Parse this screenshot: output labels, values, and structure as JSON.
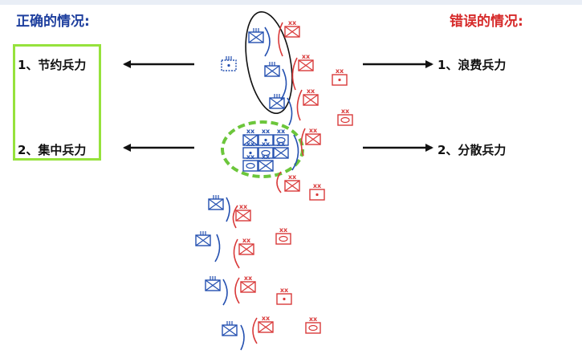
{
  "headings": {
    "correct": "正确的情况:",
    "wrong": "错误的情况:"
  },
  "correct_items": [
    {
      "label": "1、节约兵力"
    },
    {
      "label": "2、集中兵力"
    }
  ],
  "wrong_items": [
    {
      "label": "1、浪费兵力"
    },
    {
      "label": "2、分散兵力"
    }
  ],
  "colors": {
    "blue": "#2450b0",
    "red": "#d93a3a",
    "green_box": "#96e23c",
    "green_dash": "#6cc63b",
    "black": "#111111"
  },
  "unit_marks": {
    "division": "xx"
  }
}
